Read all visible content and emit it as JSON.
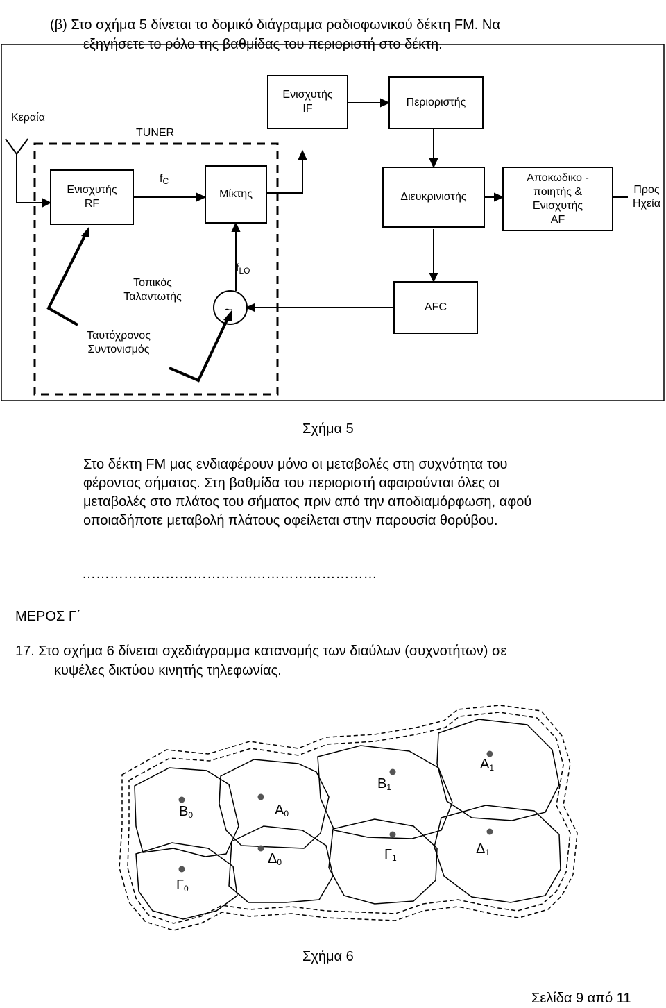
{
  "question_b": {
    "line1": "(β)  Στο σχήμα 5 δίνεται το δομικό διάγραμμα ραδιοφωνικού δέκτη FM. Να",
    "line2": "εξηγήσετε το ρόλο της βαθμίδας του περιοριστή στο δέκτη."
  },
  "figure5": {
    "antenna_label": "Κεραία",
    "tuner_label": "TUNER",
    "if_amp": "Ενισχυτής IF",
    "limiter": "Περιοριστής",
    "rf_amp": "Ενισχυτής RF",
    "fc_main": "f",
    "fc_sub": "C",
    "mixer": "Μίκτης",
    "discriminator": "Διευκρινιστής",
    "decoder_line1": "Αποκωδικο -",
    "decoder_line2": "ποιητής &",
    "decoder_line3": "Ενισχυτής",
    "decoder_line4": "AF",
    "speakers_line1": "Προς",
    "speakers_line2": "Ηχεία",
    "local_osc": "Τοπικός Ταλαντωτής",
    "flo_main": "f",
    "flo_sub": "LO",
    "osc_symbol": "~",
    "afc": "AFC",
    "gang_tuning": "Ταυτόχρονος Συντονισμός",
    "caption": "Σχήμα 5"
  },
  "answer": {
    "line1": "Στο δέκτη FM μας ενδιαφέρουν μόνο οι μεταβολές στη συχνότητα του",
    "line2": "φέροντος σήματος. Στη βαθμίδα του περιοριστή αφαιρούνται όλες οι",
    "line3": "μεταβολές στο πλάτος του σήματος πριν από την αποδιαμόρφωση, αφού",
    "line4": "οποιαδήποτε μεταβολή πλάτους οφείλεται στην παρουσία θορύβου.",
    "dots": "……………………………….………………………"
  },
  "part_c": {
    "heading": "ΜΕΡΟΣ Γ΄"
  },
  "question17": {
    "line1": "17.   Στο σχήμα 6 δίνεται σχεδιάγραμμα κατανομής των διαύλων (συχνοτήτων) σε",
    "line2": "κυψέλες δικτύου κινητής τηλεφωνίας."
  },
  "figure6": {
    "cells": [
      {
        "letter": "B",
        "sub": "0"
      },
      {
        "letter": "A",
        "sub": "0"
      },
      {
        "letter": "Γ",
        "sub": "0"
      },
      {
        "letter": "Δ",
        "sub": "0"
      },
      {
        "letter": "B",
        "sub": "1"
      },
      {
        "letter": "A",
        "sub": "1"
      },
      {
        "letter": "Γ",
        "sub": "1"
      },
      {
        "letter": "Δ",
        "sub": "1"
      }
    ],
    "caption": "Σχήμα 6"
  },
  "footer": {
    "page": "Σελίδα 9 από 11"
  }
}
